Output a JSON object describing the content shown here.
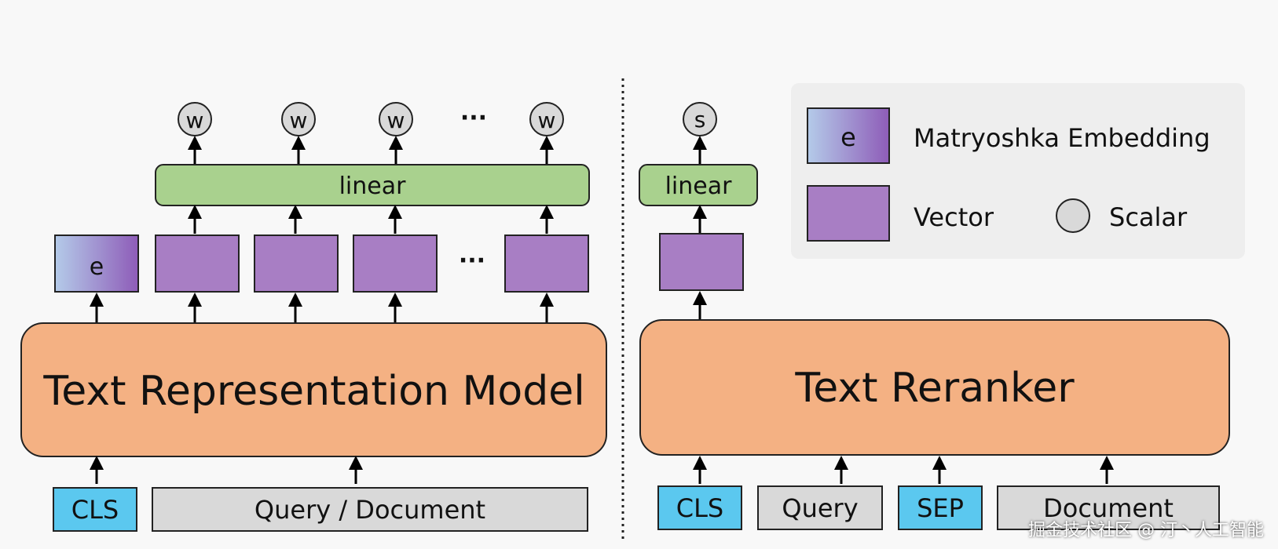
{
  "left": {
    "model_label": "Text Representation Model",
    "linear_label": "linear",
    "weight_label": "w",
    "ellipsis": "···",
    "embedding_label": "e",
    "cls_label": "CLS",
    "input_label": "Query / Document"
  },
  "right": {
    "model_label": "Text Reranker",
    "linear_label": "linear",
    "score_label": "s",
    "cls_label": "CLS",
    "query_label": "Query",
    "sep_label": "SEP",
    "document_label": "Document"
  },
  "legend": {
    "embedding_symbol": "e",
    "embedding_label": "Matryoshka Embedding",
    "vector_label": "Vector",
    "scalar_label": "Scalar"
  },
  "watermark": "掘金技术社区 @ 汀丶人工智能",
  "colors": {
    "model_fill": "#f4b183",
    "linear_fill": "#a9d18e",
    "vector_fill": "#a87ec4",
    "token_fill": "#5bc8ef",
    "input_fill": "#d9d9d9",
    "scalar_fill": "#d9d9d9",
    "legend_bg": "#eeeeee"
  }
}
